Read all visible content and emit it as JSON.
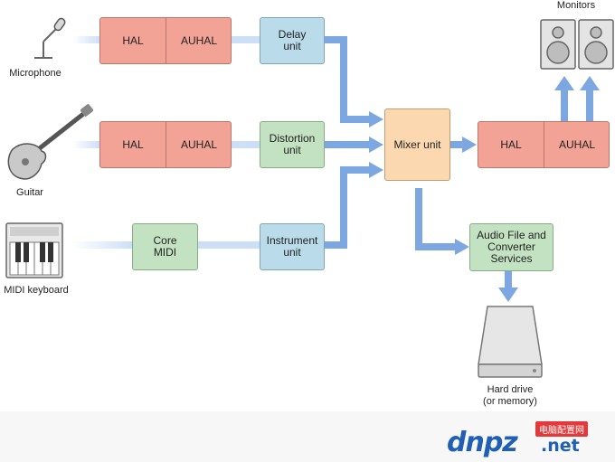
{
  "colors": {
    "hal": "#f2a395",
    "effect": "#b9dbea",
    "midi": "#c3e2c1",
    "mixer": "#fbd8b0",
    "arrow": "#7da7e0",
    "arrow_soft": "#cddff7"
  },
  "sources": {
    "microphone": "Microphone",
    "guitar": "Guitar",
    "midi_keyboard": "MIDI keyboard"
  },
  "io": {
    "hal": "HAL",
    "auhal": "AUHAL"
  },
  "units": {
    "delay": "Delay\nunit",
    "distortion": "Distortion\nunit",
    "core_midi": "Core\nMIDI",
    "instrument": "Instrument\nunit",
    "mixer": "Mixer unit",
    "audio_file": "Audio File and\nConverter\nServices"
  },
  "outputs": {
    "monitors": "Monitors",
    "hard_drive": "Hard drive\n(or memory)"
  },
  "watermark": {
    "logo": "dnpz",
    "tld": ".net",
    "badge": "电脑配置网"
  },
  "icons": [
    "microphone-icon",
    "guitar-icon",
    "midi-keyboard-icon",
    "speaker-icon",
    "hard-drive-icon"
  ]
}
